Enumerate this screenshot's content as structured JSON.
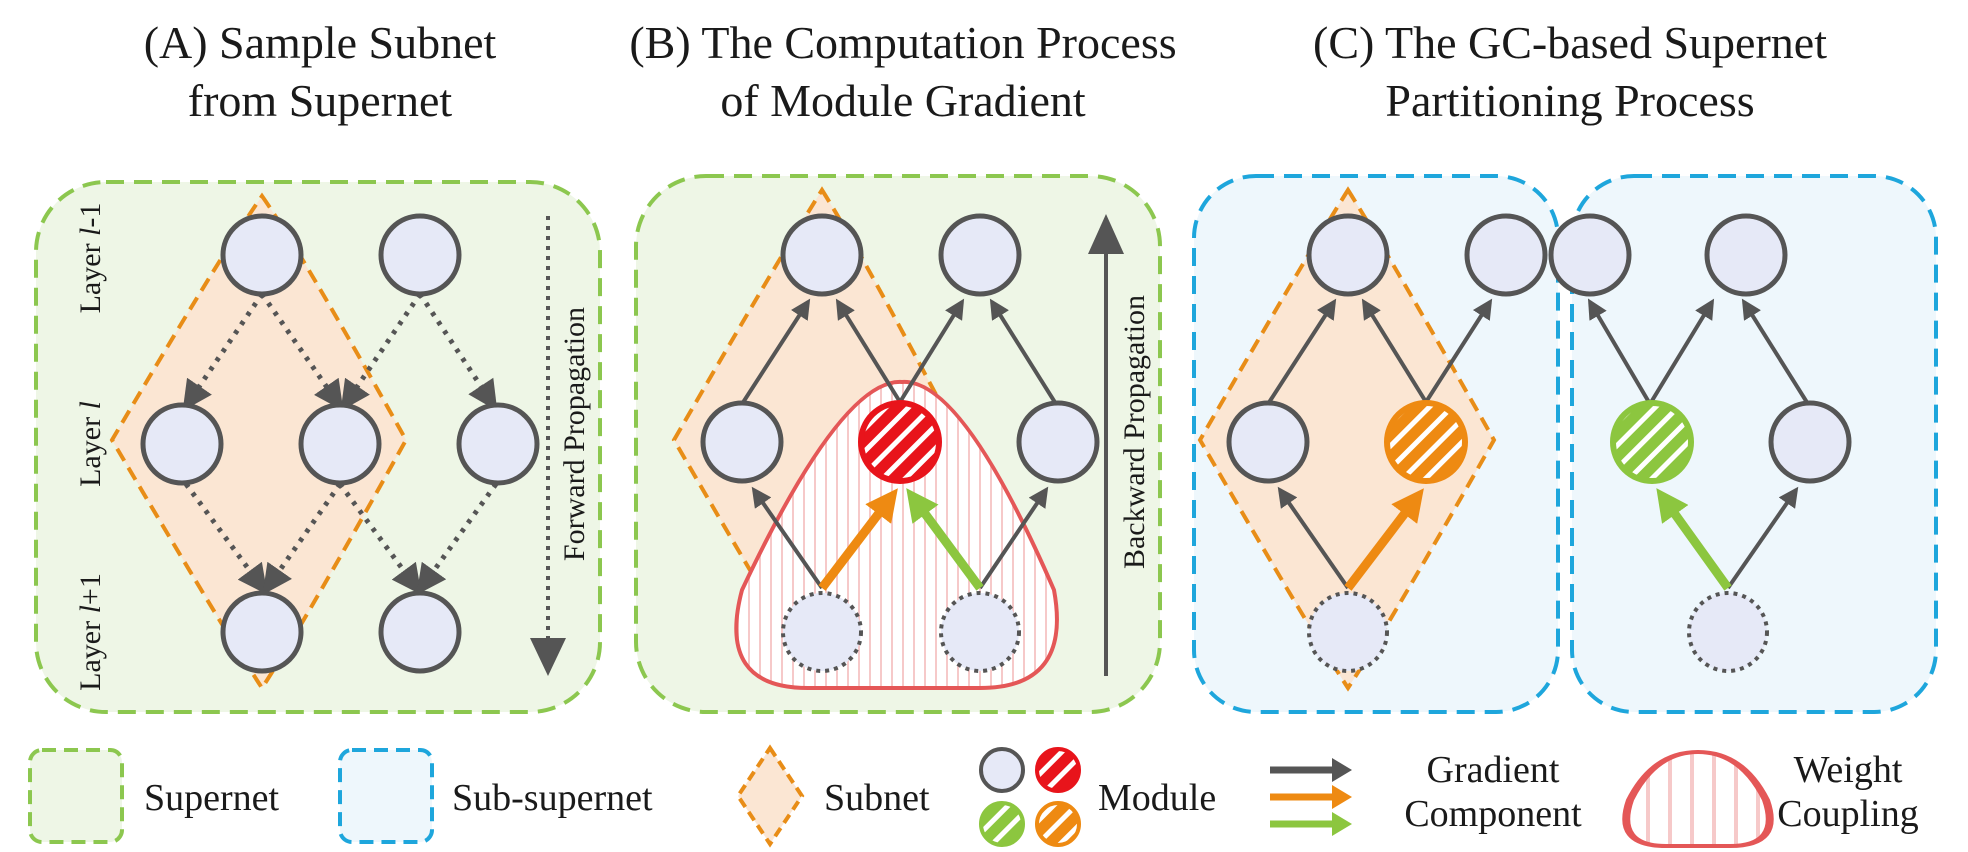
{
  "titles": {
    "a": [
      "(A) Sample Subnet",
      "from Supernet"
    ],
    "b": [
      "(B) The Computation Process",
      "of Module Gradient"
    ],
    "c": [
      "(C) The GC-based Supernet",
      "Partitioning Process"
    ]
  },
  "panel_a": {
    "layer_minus": "Layer l-1",
    "layer": "Layer l",
    "layer_plus": "Layer l+1",
    "layer_word": "Layer",
    "var": "l",
    "minus": "-1",
    "plus": "+1",
    "forward": "Forward Propagation"
  },
  "panel_b": {
    "backward": "Backward Propagation"
  },
  "legend": {
    "supernet": "Supernet",
    "sub_supernet": "Sub-supernet",
    "subnet": "Subnet",
    "module": "Module",
    "gradient_component": [
      "Gradient",
      "Component"
    ],
    "weight_coupling": [
      "Weight",
      "Coupling"
    ]
  },
  "colors": {
    "supernet_fill": "#eef6e6",
    "supernet_stroke": "#8cc74f",
    "sub_supernet_fill": "#eef7fc",
    "sub_supernet_stroke": "#1ea6dc",
    "subnet_fill": "#fbe6d3",
    "subnet_stroke": "#e88d17",
    "module_fill": "#e6e9f7",
    "module_stroke": "#555555",
    "red": "#e8141b",
    "green": "#8cc63f",
    "orange": "#ee8a12",
    "arrow_gray": "#555555",
    "coupling_stroke": "#e45757"
  }
}
